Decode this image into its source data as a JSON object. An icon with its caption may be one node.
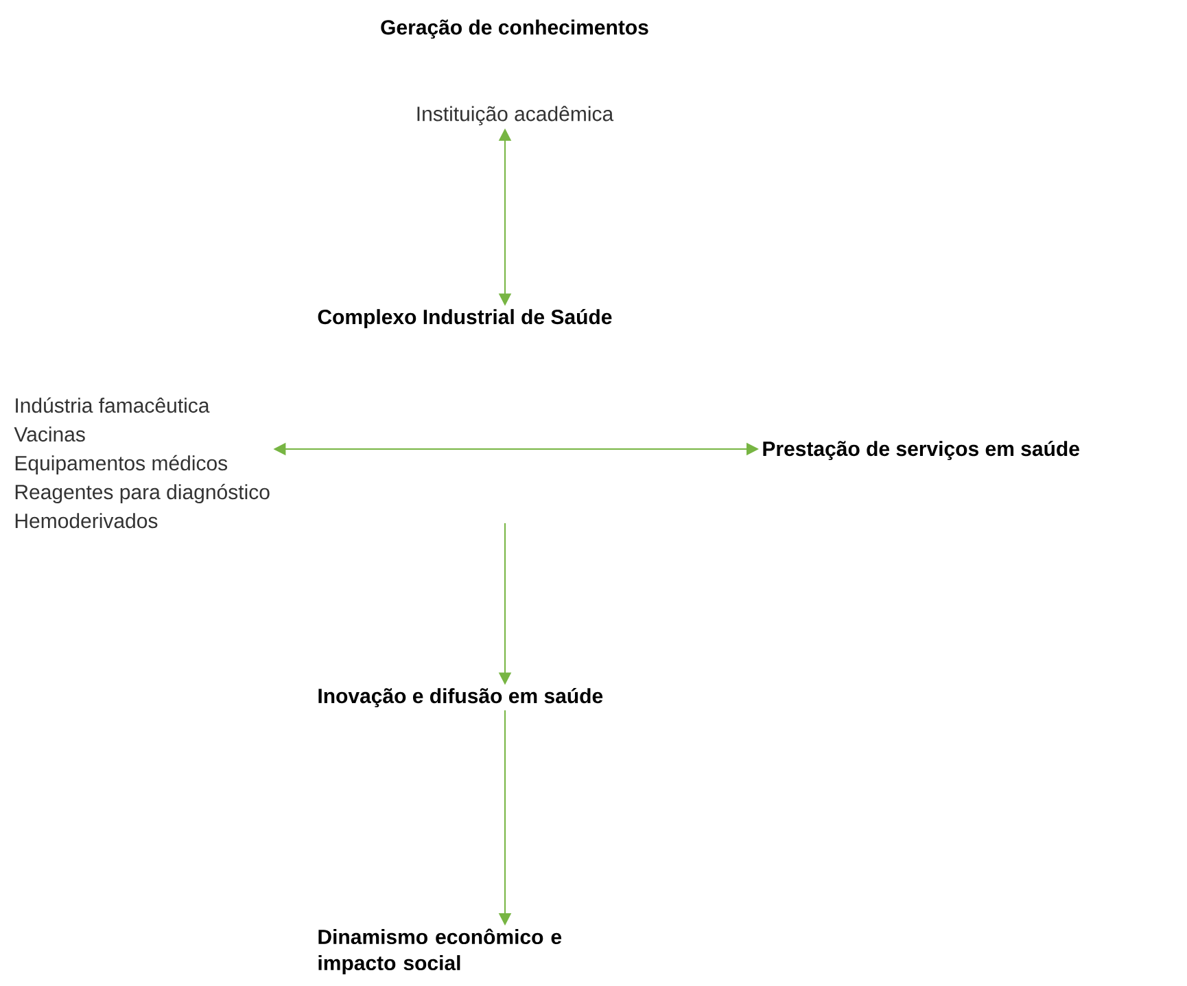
{
  "diagram": {
    "nodes": [
      {
        "text": [
          "Geração de conhecimentos",
          "Instituição acadêmica"
        ]
      },
      {
        "text": [
          "Complexo Industrial de Saúde"
        ]
      },
      {
        "text": [
          "Indústria famacêutica",
          "Vacinas",
          "Equipamentos médicos",
          "Reagentes para diagnóstico",
          "Hemoderivados"
        ]
      },
      {
        "text": [
          "Prestação de serviços em saúde"
        ]
      },
      {
        "text": [
          "Inovação e difusão em saúde"
        ]
      },
      {
        "text": [
          "Dinamismo econômico e impacto social"
        ]
      }
    ],
    "edges": [
      {
        "from": 0,
        "to": 1,
        "arrow": "both"
      },
      {
        "from": 2,
        "to": 3,
        "arrow": "both"
      },
      {
        "from": null,
        "to": 4,
        "arrow": "to"
      },
      {
        "from": 4,
        "to": 5,
        "arrow": "to"
      }
    ]
  }
}
